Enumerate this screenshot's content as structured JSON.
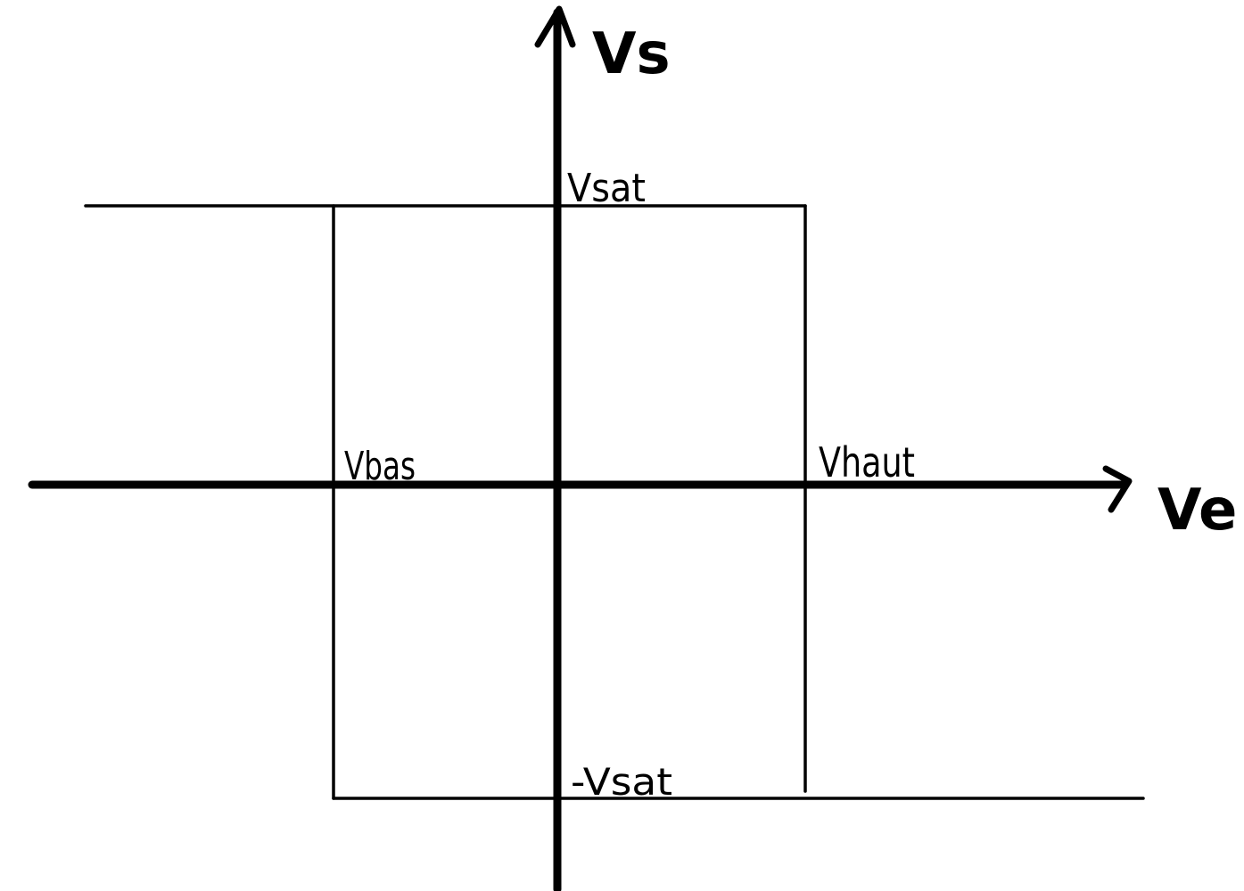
{
  "axes": {
    "x_label": "Ve",
    "y_label": "Vs"
  },
  "labels": {
    "v_sat": "Vsat",
    "v_sat_negative": "-Vsat",
    "v_bas": "Vbas",
    "v_haut": "Vhaut"
  },
  "colors": {
    "ink": "#000000",
    "background": "#ffffff"
  }
}
